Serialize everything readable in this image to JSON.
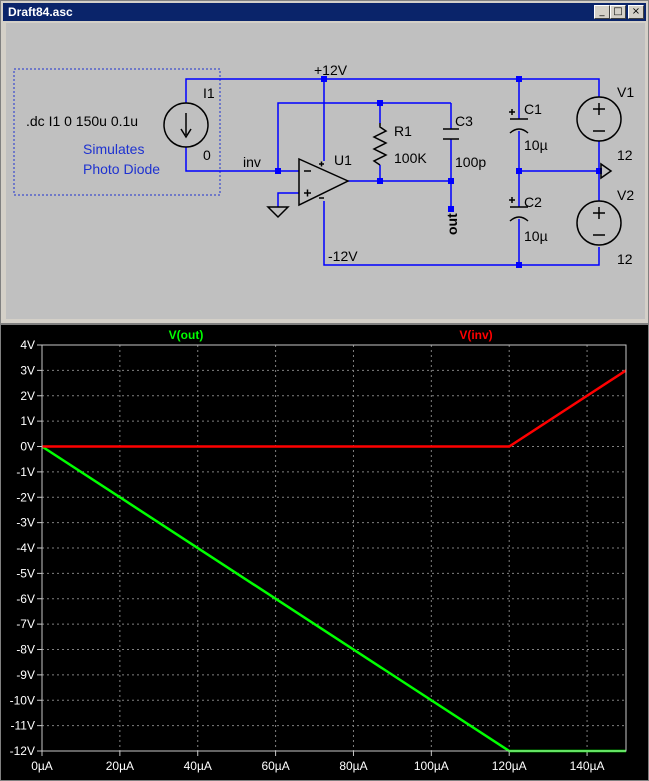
{
  "window": {
    "title": "Draft84.asc"
  },
  "titlebar_buttons": {
    "minimize": "_",
    "maximize": "□",
    "close": "×"
  },
  "schematic": {
    "directive": ".dc I1 0 150u 0.1u",
    "note_line1": "Simulates",
    "note_line2": "Photo Diode",
    "labels": {
      "i1": "I1",
      "zero": "0",
      "inv": "inv",
      "pos12": "+12V",
      "neg12": "-12V",
      "u1": "U1",
      "r1": "R1",
      "r1_val": "100K",
      "c3": "C3",
      "c3_val": "100p",
      "out": "out",
      "c1": "C1",
      "c1_val": "10µ",
      "c2": "C2",
      "c2_val": "10µ",
      "v1": "V1",
      "v1_val": "12",
      "v2": "V2",
      "v2_val": "12"
    },
    "colors": {
      "wire": "#0000ff",
      "component": "#000000",
      "comment": "#1e32d0"
    }
  },
  "chart_data": {
    "type": "line",
    "title": "",
    "xlabel": "",
    "ylabel": "",
    "xlim": [
      0,
      150
    ],
    "ylim": [
      -12,
      4
    ],
    "x_ticks": [
      "0µA",
      "20µA",
      "40µA",
      "60µA",
      "80µA",
      "100µA",
      "120µA",
      "140µA"
    ],
    "y_ticks": [
      "4V",
      "3V",
      "2V",
      "1V",
      "0V",
      "-1V",
      "-2V",
      "-3V",
      "-4V",
      "-5V",
      "-6V",
      "-7V",
      "-8V",
      "-9V",
      "-10V",
      "-11V",
      "-12V"
    ],
    "grid": true,
    "legend_placement": "top",
    "series": [
      {
        "name": "V(out)",
        "color": "#00ff00",
        "x": [
          0,
          120,
          150
        ],
        "y": [
          0,
          -12,
          -12
        ]
      },
      {
        "name": "V(inv)",
        "color": "#ff0000",
        "x": [
          0,
          120,
          150
        ],
        "y": [
          0,
          0,
          3
        ]
      }
    ]
  }
}
